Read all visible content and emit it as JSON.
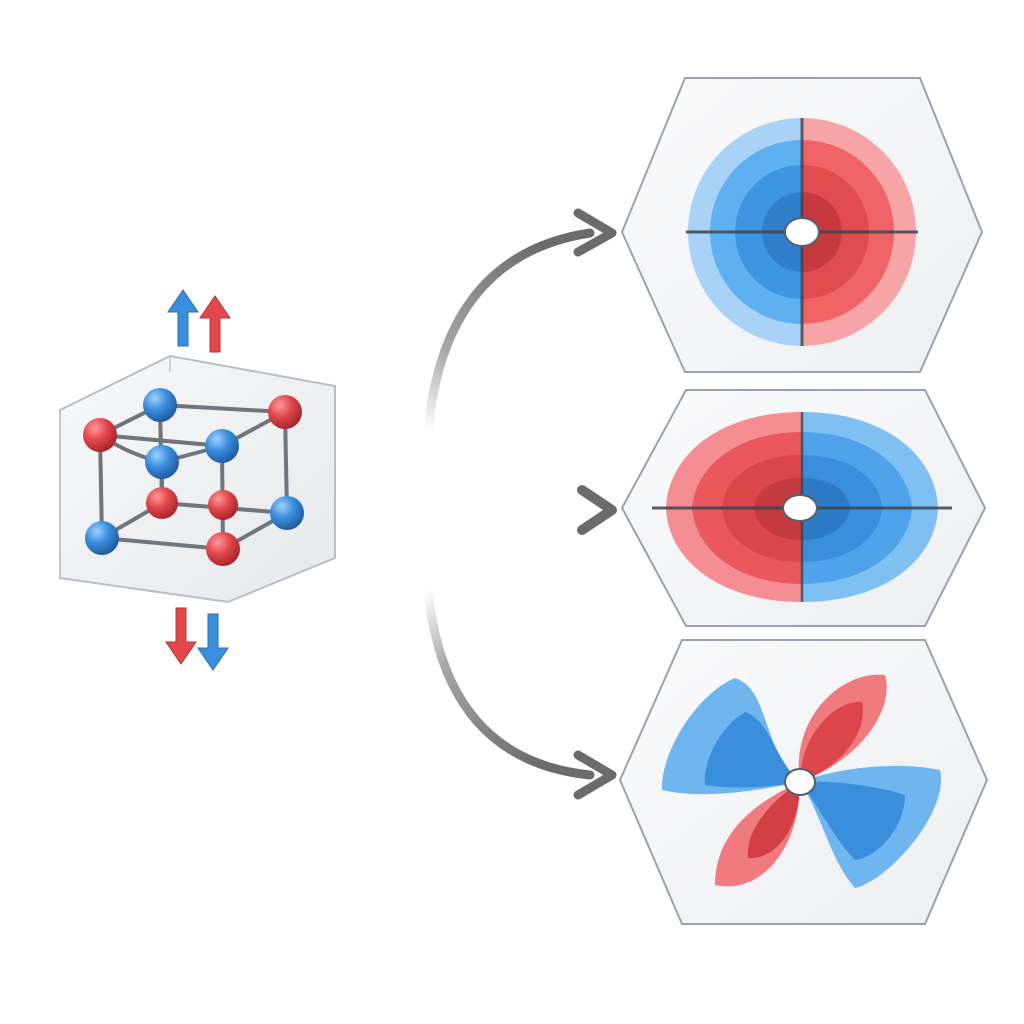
{
  "colors": {
    "red": "#e2474b",
    "blue": "#3a8fdc",
    "arrow": "#6b6b6b",
    "panel_edge": "#9aa3ad",
    "cube_edge": "#b8bec6",
    "rod": "#6f757c"
  },
  "icons": {
    "spin_up_pair": "arrow-up-pair-icon",
    "spin_down_pair": "arrow-down-pair-icon",
    "flow_arrow": "curved-arrow-icon"
  },
  "crystal": {
    "node_colors": [
      "red",
      "blue",
      "red",
      "blue",
      "blue",
      "red",
      "red",
      "blue",
      "blue",
      "red"
    ]
  },
  "panels": [
    {
      "pattern": "left-right-lobes",
      "lobe_colors": [
        "blue",
        "red"
      ]
    },
    {
      "pattern": "left-right-lobes",
      "lobe_colors": [
        "red",
        "blue"
      ]
    },
    {
      "pattern": "diagonal-butterfly",
      "lobe_colors": [
        "red",
        "blue"
      ]
    }
  ]
}
